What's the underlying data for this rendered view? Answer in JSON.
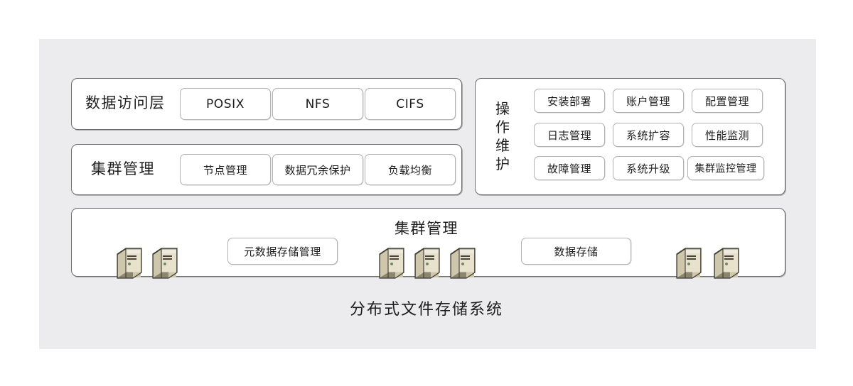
{
  "diagram": {
    "caption": "分布式文件存储系统",
    "colors": {
      "backdrop": "#ececee",
      "panel_border": "#6e6c6c",
      "pill_border": "#b3b1b1",
      "text": "#1d1d1d",
      "server_light": "#e8e2cd",
      "server_mid": "#cfc7ab",
      "server_dark": "#8c856f"
    },
    "rows": {
      "access": {
        "label": "数据访问层",
        "items": [
          {
            "label": "POSIX"
          },
          {
            "label": "NFS"
          },
          {
            "label": "CIFS"
          }
        ]
      },
      "cluster": {
        "label": "集群管理",
        "items": [
          {
            "label": "节点管理"
          },
          {
            "label": "数据冗余保护"
          },
          {
            "label": "负载均衡"
          }
        ]
      },
      "ops": {
        "label_chars": [
          "操",
          "作",
          "维",
          "护"
        ],
        "label": "操作维护",
        "items": [
          {
            "label": "安装部署"
          },
          {
            "label": "账户管理"
          },
          {
            "label": "配置管理"
          },
          {
            "label": "日志管理"
          },
          {
            "label": "系统扩容"
          },
          {
            "label": "性能监测"
          },
          {
            "label": "故障管理"
          },
          {
            "label": "系统升级"
          },
          {
            "label": "集群监控管理"
          }
        ]
      },
      "storage": {
        "title": "集群管理",
        "metadata_box": "元数据存储管理",
        "data_box": "数据存储",
        "server_groups": [
          {
            "name": "left-group",
            "count": 2
          },
          {
            "name": "middle-group",
            "count": 3
          },
          {
            "name": "right-group",
            "count": 2
          }
        ]
      }
    }
  }
}
